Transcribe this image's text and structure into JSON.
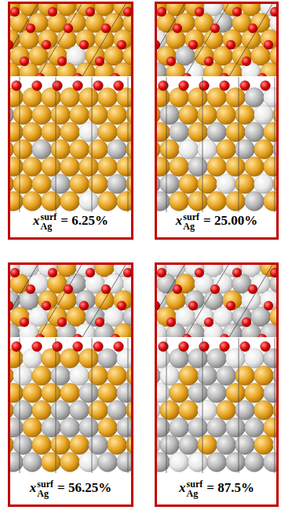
{
  "diagram": {
    "nodes": [
      {
        "text": [
          "x",
          "Ag",
          "surf",
          "= 6.25%"
        ]
      },
      {
        "text": [
          "x",
          "Ag",
          "surf",
          "= 25.00%"
        ]
      },
      {
        "text": [
          "x",
          "Ag",
          "surf",
          "= 56.25%"
        ]
      },
      {
        "text": [
          "x",
          "Ag",
          "surf",
          "= 87.5%"
        ]
      }
    ]
  }
}
